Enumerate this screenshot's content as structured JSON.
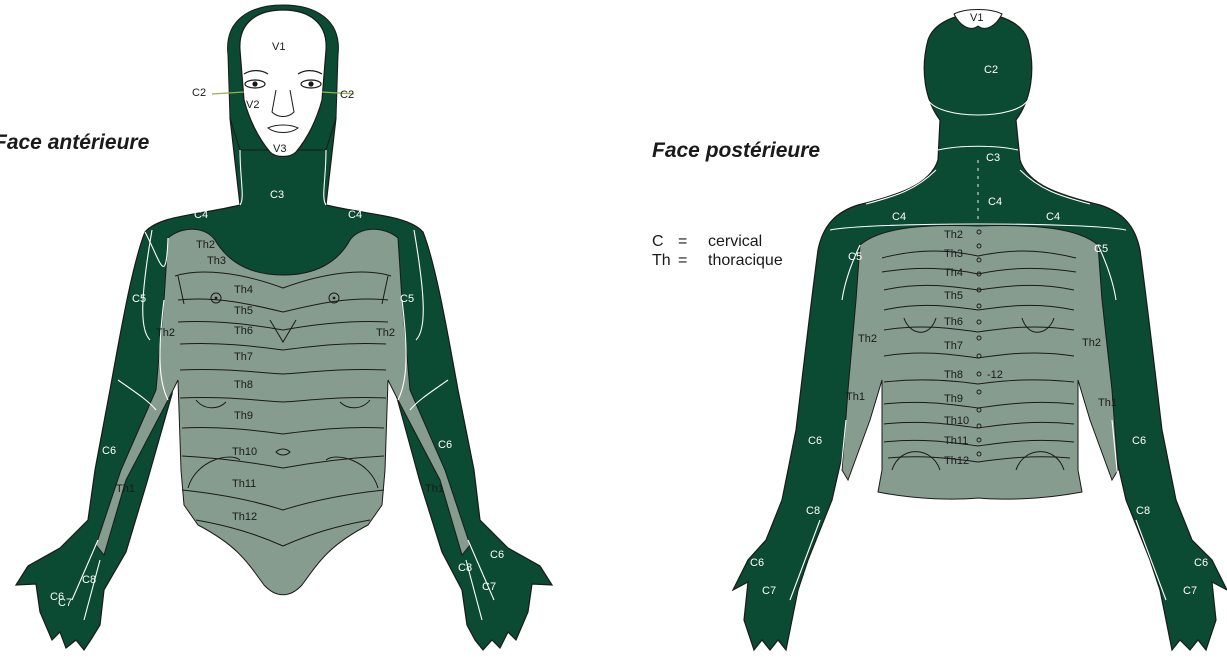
{
  "views": {
    "anterior": {
      "title": "Face antérieure"
    },
    "posterior": {
      "title": "Face postérieure"
    }
  },
  "legend": [
    {
      "abbr": "C",
      "eq": "=",
      "meaning": "cervical"
    },
    {
      "abbr": "Th",
      "eq": "=",
      "meaning": "thoracique"
    }
  ],
  "colors": {
    "cervical": "#0b4a33",
    "thoracic": "#869c8e",
    "face": "#ffffff",
    "outline": "#1a1a1a",
    "dermatome_line": "#ffffff",
    "title": "#1a1a1a"
  },
  "anterior_labels": {
    "v1": "V1",
    "v2": "V2",
    "v3": "V3",
    "c2_left": "C2",
    "c2_right": "C2",
    "c3": "C3",
    "c4_left": "C4",
    "c4_right": "C4",
    "c5_left": "C5",
    "c5_right": "C5",
    "th2_top": "Th2",
    "th3": "Th3",
    "th4": "Th4",
    "th5": "Th5",
    "th6": "Th6",
    "th2_left": "Th2",
    "th2_right": "Th2",
    "th7": "Th7",
    "th8": "Th8",
    "th9": "Th9",
    "th10": "Th10",
    "th11": "Th11",
    "th12": "Th12",
    "c6_left": "C6",
    "c6_right": "C6",
    "th1_left": "Th1",
    "th1_right": "Th1",
    "c6_hand_left": "C6",
    "c8_left": "C8",
    "c7_left": "C7",
    "c6_hand_right": "C6",
    "c8_right": "C8",
    "c7_right": "C7"
  },
  "posterior_labels": {
    "v1": "V1",
    "c2": "C2",
    "c3": "C3",
    "c4_center": "C4",
    "c4_left": "C4",
    "c4_right": "C4",
    "c5_left": "C5",
    "c5_right": "C5",
    "th2": "Th2",
    "th3": "Th3",
    "th4": "Th4",
    "th5": "Th5",
    "th6": "Th6",
    "th7": "Th7",
    "th8": "Th8",
    "th8_note": "-12",
    "th9": "Th9",
    "th10": "Th10",
    "th11": "Th11",
    "th12": "Th12",
    "th2_left": "Th2",
    "th2_right": "Th2",
    "th1_left": "Th1",
    "th1_right": "Th1",
    "c6_left": "C6",
    "c6_right": "C6",
    "c8_left": "C8",
    "c8_right": "C8",
    "c6_hand_left": "C6",
    "c7_left": "C7",
    "c6_hand_right": "C6",
    "c7_right": "C7"
  }
}
